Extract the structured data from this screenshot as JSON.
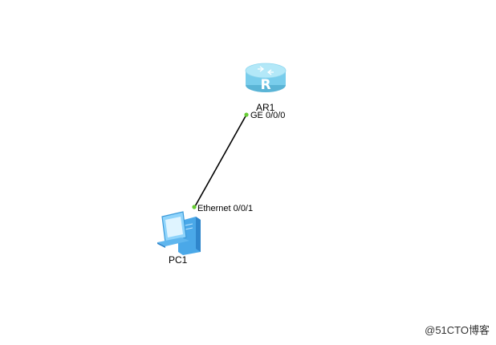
{
  "topology": {
    "devices": [
      {
        "id": "router",
        "name": "AR1",
        "icon": "router-icon"
      },
      {
        "id": "pc",
        "name": "PC1",
        "icon": "pc-icon"
      }
    ],
    "link": {
      "router_port": "GE 0/0/0",
      "pc_port": "Ethernet 0/0/1",
      "status": "up"
    }
  },
  "colors": {
    "link": "#000000",
    "port_up": "#66cc33",
    "router_body": "#7fd3f0",
    "pc_body": "#6fc3f5"
  },
  "watermark": "@51CTO博客"
}
